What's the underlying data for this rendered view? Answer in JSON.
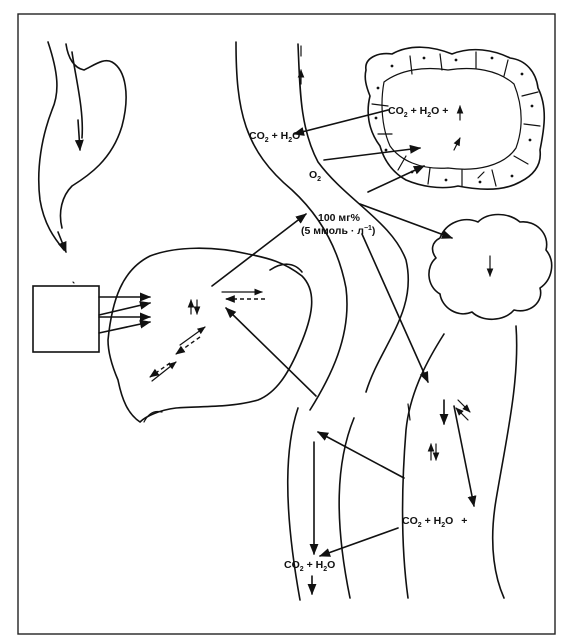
{
  "labels": {
    "co2_h2o": "CO",
    "co2_h2o_rest": " + H",
    "co2_h2o_end": "O",
    "sub_2": "2",
    "plus": "+",
    "o2": "O",
    "conc_main": "100 мг%",
    "conc_mmol": "(5 ммоль · л",
    "conc_exp": "−1",
    "conc_close": ")"
  },
  "colors": {
    "ink": "#111111",
    "paper": "#ffffff",
    "frame": "#222222"
  },
  "icons": {
    "arrow": "arrowhead-icon",
    "double_arrow": "double-arrow-icon"
  }
}
